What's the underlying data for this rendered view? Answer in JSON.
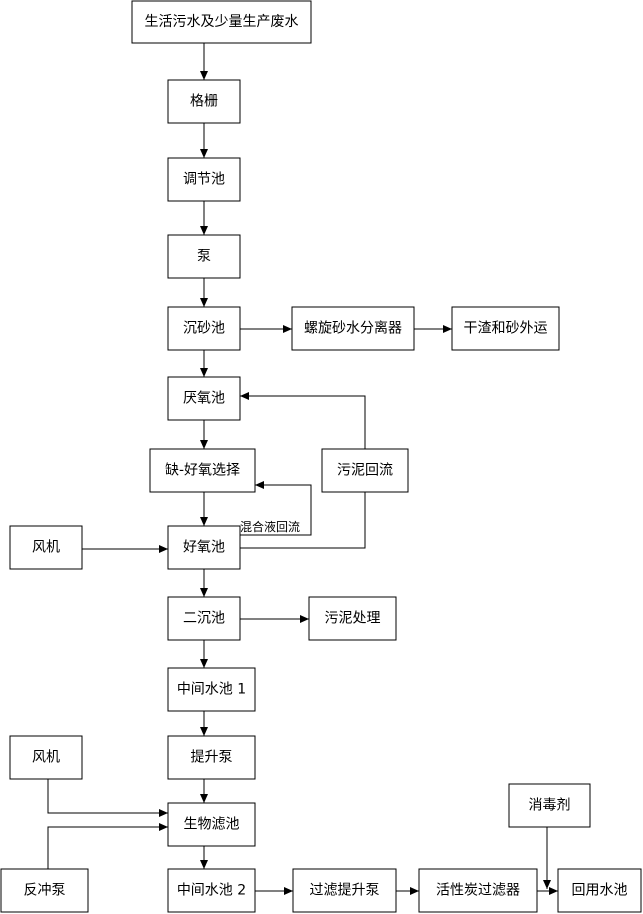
{
  "nodes": {
    "source": "生活污水及少量生产废水",
    "grille": "格栅",
    "equalization_tank": "调节池",
    "pump": "泵",
    "grit_chamber": "沉砂池",
    "spiral_separator": "螺旋砂水分离器",
    "dry_residue": "干渣和砂外运",
    "anaerobic_tank": "厌氧池",
    "anoxic_selector": "缺-好氧选择",
    "sludge_return": "污泥回流",
    "blower_1": "风机",
    "aerobic_tank": "好氧池",
    "secondary_clarifier": "二沉池",
    "sludge_treatment": "污泥处理",
    "intermediate_tank_1": "中间水池 1",
    "lift_pump": "提升泵",
    "blower_2": "风机",
    "biofilter": "生物滤池",
    "backwash_pump": "反冲泵",
    "intermediate_tank_2": "中间水池 2",
    "filter_lift_pump": "过滤提升泵",
    "activated_carbon_filter": "活性炭过滤器",
    "disinfectant": "消毒剂",
    "reuse_tank": "回用水池"
  },
  "edge_labels": {
    "mixed_liquor_return": "混合液回流"
  }
}
